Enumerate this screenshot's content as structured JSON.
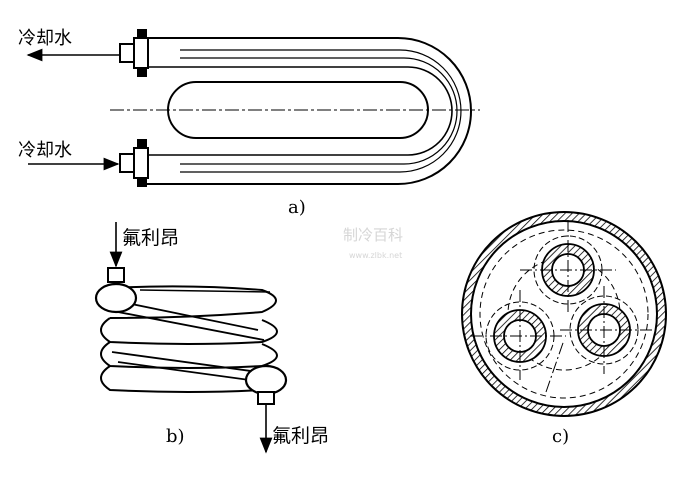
{
  "figure": {
    "panel_a": {
      "caption": "a)",
      "inlet_label": "冷却水",
      "outlet_label": "冷却水"
    },
    "panel_b": {
      "caption": "b)",
      "inlet_label": "氟利昂",
      "outlet_label": "氟利昂"
    },
    "panel_c": {
      "caption": "c)"
    },
    "watermark": {
      "title": "制冷百科",
      "url": "www.zlbk.net"
    }
  }
}
